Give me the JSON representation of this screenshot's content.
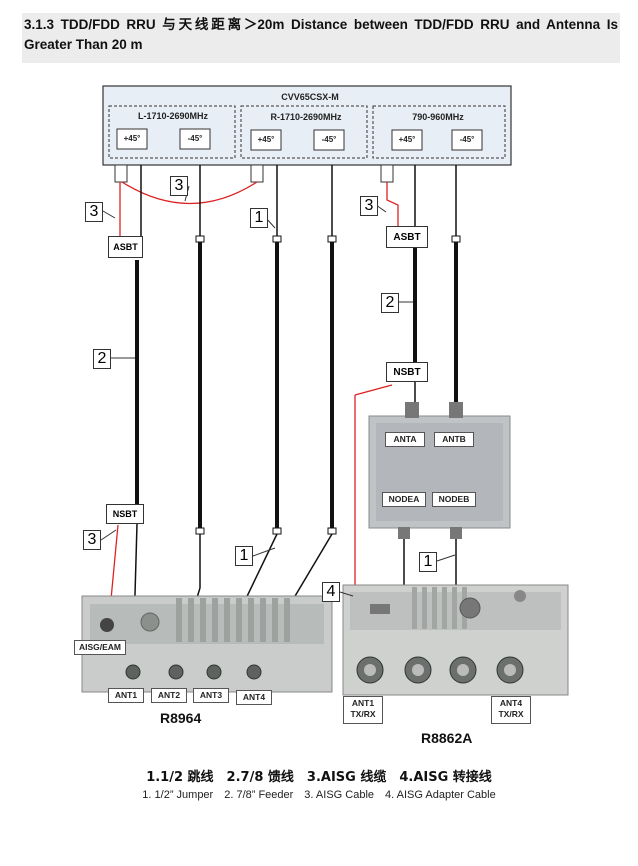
{
  "header": {
    "title_line": "3.1.3 TDD/FDD RRU 与天线距离＞20m Distance between TDD/FDD RRU and Antenna Is Greater Than 20 m"
  },
  "antenna": {
    "model": "CVV65CSX-M",
    "bands": [
      {
        "label": "L-1710-2690MHz",
        "ports": [
          "+45°",
          "-45°"
        ]
      },
      {
        "label": "R-1710-2690MHz",
        "ports": [
          "+45°",
          "-45°"
        ]
      },
      {
        "label": "790-960MHz",
        "ports": [
          "+45°",
          "-45°"
        ]
      }
    ]
  },
  "devices": {
    "asbt_left": "ASBT",
    "asbt_right": "ASBT",
    "nsbt_left": "NSBT",
    "nsbt_right": "NSBT",
    "anta": "ANTA",
    "antb": "ANTB",
    "nodea": "NODEA",
    "nodeb": "NODEB",
    "aisg_eam": "AISG/EAM"
  },
  "cable_numbers": {
    "n3_top_left": "3",
    "n3_arc": "3",
    "n3_top_right": "3",
    "n1_top": "1",
    "n2_left": "2",
    "n2_right": "2",
    "n3_left_lower": "3",
    "n1_lower_left": "1",
    "n4": "4",
    "n1_lower_right": "1"
  },
  "rru_left": {
    "name": "R8964",
    "ports": [
      "ANT1",
      "ANT2",
      "ANT3",
      "ANT4"
    ]
  },
  "rru_right": {
    "name": "R8862A",
    "ports": [
      "ANT1\nTX/RX",
      "ANT4\nTX/RX"
    ],
    "port1": "ANT1",
    "port1_sub": "TX/RX",
    "port4": "ANT4",
    "port4_sub": "TX/RX"
  },
  "legend": {
    "chinese": "1.1/2 跳线　2.7/8 馈线　3.AISG 线缆　4.AISG 转接线",
    "english": "1. 1/2” Jumper　2. 7/8” Feeder　3. AISG Cable　4. AISG Adapter Cable"
  }
}
